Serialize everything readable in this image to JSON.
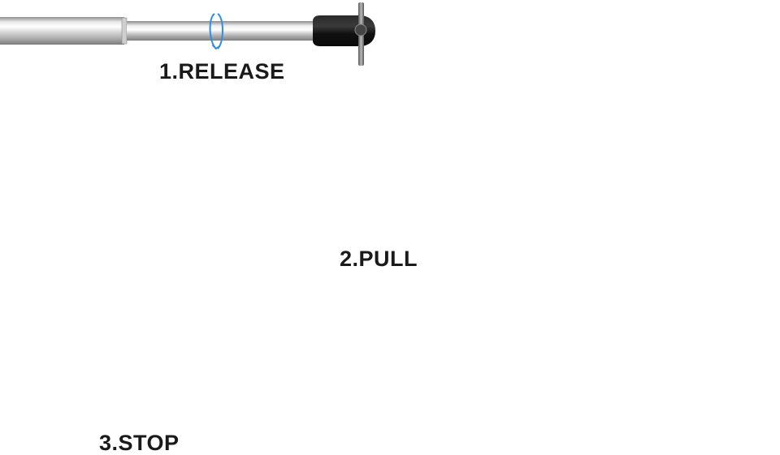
{
  "steps": [
    {
      "label": "1.RELEASE"
    },
    {
      "label": "2.PULL"
    },
    {
      "label": "3.STOP"
    }
  ],
  "colors": {
    "arrow": "#2f8fe6",
    "handle": "#1b1b1b",
    "tube_light": "#f4f4f4",
    "tube_dark": "#9a9a9a"
  },
  "icons": [
    "rotation-arrow-icon",
    "pull-arrow-icon",
    "end-knob-icon"
  ]
}
